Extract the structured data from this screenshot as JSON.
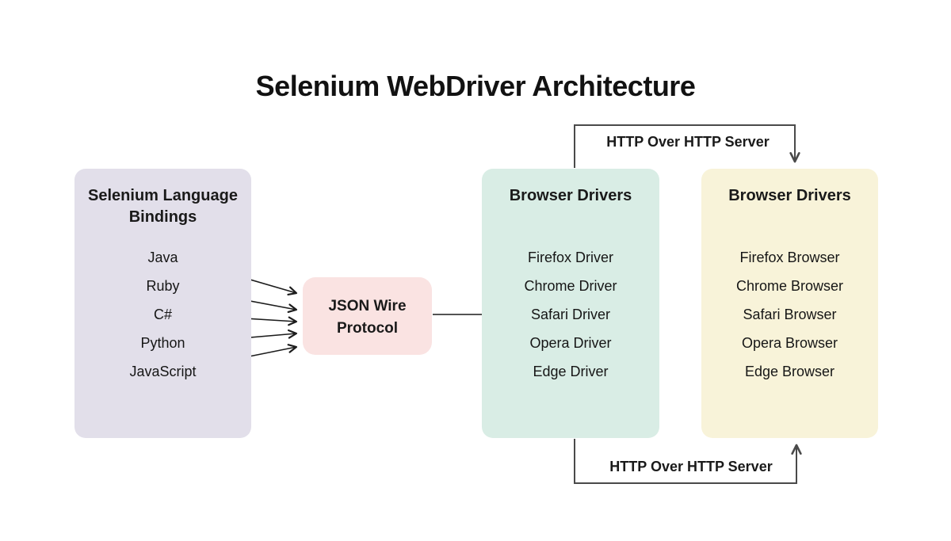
{
  "title": "Selenium WebDriver Architecture",
  "language_bindings": {
    "title": "Selenium Language Bindings",
    "items": [
      "Java",
      "Ruby",
      "C#",
      "Python",
      "JavaScript"
    ]
  },
  "json_wire": {
    "title": "JSON Wire Protocol"
  },
  "browser_drivers": {
    "title": "Browser Drivers",
    "items": [
      "Firefox Driver",
      "Chrome Driver",
      "Safari Driver",
      "Opera Driver",
      "Edge Driver"
    ]
  },
  "browsers": {
    "title": "Browser Drivers",
    "items": [
      "Firefox Browser",
      "Chrome Browser",
      "Safari Browser",
      "Opera Browser",
      "Edge Browser"
    ]
  },
  "connectors": {
    "top_label": "HTTP Over HTTP Server",
    "bottom_label": "HTTP Over HTTP Server"
  },
  "colors": {
    "bindings_box": "#e2dfea",
    "protocol_box": "#fae3e2",
    "drivers_box": "#d9ede5",
    "browsers_box": "#f8f3d9",
    "line": "#1c1c1c",
    "conn_line": "#4a4a4a"
  }
}
